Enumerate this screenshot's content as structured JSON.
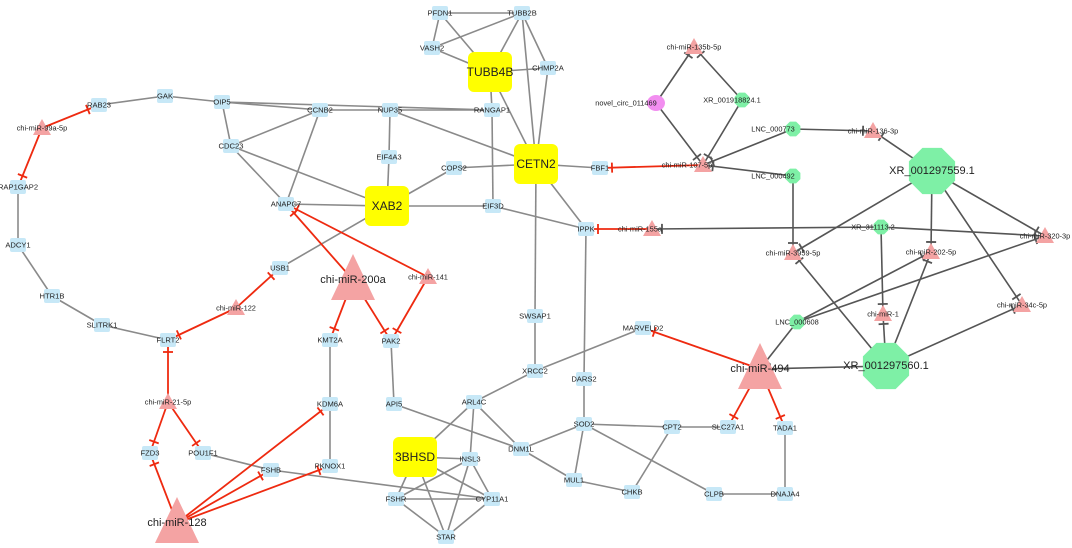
{
  "colors": {
    "gene": "#c7e8f7",
    "hub": "#ffff00",
    "mirna": "#f4a3a3",
    "lnc": "#7ef0a6",
    "circ": "#f28ef0",
    "gene_edge": "#8a8a8a",
    "mirna_edge": "#ee2a10",
    "inhibit_edge": "#555555"
  },
  "nodes": [
    {
      "id": "PFDN1",
      "type": "gene"
    },
    {
      "id": "TUBB2B",
      "type": "gene"
    },
    {
      "id": "VASH2",
      "type": "gene"
    },
    {
      "id": "TUBB4B",
      "type": "hub"
    },
    {
      "id": "CHMP2A",
      "type": "gene"
    },
    {
      "id": "RANGAP1",
      "type": "gene"
    },
    {
      "id": "CETN2",
      "type": "hub"
    },
    {
      "id": "NUP35",
      "type": "gene"
    },
    {
      "id": "CCNB2",
      "type": "gene"
    },
    {
      "id": "OIP5",
      "type": "gene"
    },
    {
      "id": "GAK",
      "type": "gene"
    },
    {
      "id": "RAB23",
      "type": "gene"
    },
    {
      "id": "chi-miR-99a-5p",
      "type": "mirna_s"
    },
    {
      "id": "RAP1GAP2",
      "type": "gene"
    },
    {
      "id": "ADCY1",
      "type": "gene"
    },
    {
      "id": "HTR1B",
      "type": "gene"
    },
    {
      "id": "SLITRK1",
      "type": "gene"
    },
    {
      "id": "FLRT2",
      "type": "gene"
    },
    {
      "id": "chi-miR-122",
      "type": "mirna_s"
    },
    {
      "id": "USB1",
      "type": "gene"
    },
    {
      "id": "CDC23",
      "type": "gene"
    },
    {
      "id": "ANAPC7",
      "type": "gene"
    },
    {
      "id": "EIF4A3",
      "type": "gene"
    },
    {
      "id": "XAB2",
      "type": "hub"
    },
    {
      "id": "COPS2",
      "type": "gene"
    },
    {
      "id": "EIF3D",
      "type": "gene"
    },
    {
      "id": "FBF1",
      "type": "gene"
    },
    {
      "id": "IPPK",
      "type": "gene"
    },
    {
      "id": "chi-miR-200a",
      "type": "mirna_l"
    },
    {
      "id": "chi-miR-141",
      "type": "mirna_s"
    },
    {
      "id": "KMT2A",
      "type": "gene"
    },
    {
      "id": "PAK2",
      "type": "gene"
    },
    {
      "id": "SWSAP1",
      "type": "gene"
    },
    {
      "id": "XRCC2",
      "type": "gene"
    },
    {
      "id": "MARVELD2",
      "type": "gene"
    },
    {
      "id": "DARS2",
      "type": "gene"
    },
    {
      "id": "chi-miR-21-5p",
      "type": "mirna_s"
    },
    {
      "id": "KDM6A",
      "type": "gene"
    },
    {
      "id": "API5",
      "type": "gene"
    },
    {
      "id": "ARL4C",
      "type": "gene"
    },
    {
      "id": "FZD3",
      "type": "gene"
    },
    {
      "id": "POU1F1",
      "type": "gene"
    },
    {
      "id": "FSHB",
      "type": "gene"
    },
    {
      "id": "PKNOX1",
      "type": "gene"
    },
    {
      "id": "3BHSD",
      "type": "hub"
    },
    {
      "id": "INSL3",
      "type": "gene"
    },
    {
      "id": "DNM1L",
      "type": "gene"
    },
    {
      "id": "SOD2",
      "type": "gene"
    },
    {
      "id": "CPT2",
      "type": "gene"
    },
    {
      "id": "SLC27A1",
      "type": "gene"
    },
    {
      "id": "TADA1",
      "type": "gene"
    },
    {
      "id": "chi-miR-128",
      "type": "mirna_l"
    },
    {
      "id": "FSHR",
      "type": "gene"
    },
    {
      "id": "CYP11A1",
      "type": "gene"
    },
    {
      "id": "STAR",
      "type": "gene"
    },
    {
      "id": "MUL1",
      "type": "gene"
    },
    {
      "id": "CHKB",
      "type": "gene"
    },
    {
      "id": "CLPB",
      "type": "gene"
    },
    {
      "id": "DNAJA4",
      "type": "gene"
    },
    {
      "id": "chi-miR-135b-5p",
      "type": "mirna_s"
    },
    {
      "id": "novel_circ_011469",
      "type": "circ"
    },
    {
      "id": "XR_001918824.1",
      "type": "lnc_s"
    },
    {
      "id": "LNC_000773",
      "type": "lnc_s"
    },
    {
      "id": "chi-miR-136-3p",
      "type": "mirna_s"
    },
    {
      "id": "chi-miR-107-5p",
      "type": "mirna_s"
    },
    {
      "id": "LNC_000492",
      "type": "lnc_s"
    },
    {
      "id": "XR_001297559.1",
      "type": "lnc_l"
    },
    {
      "id": "chi-miR-155a",
      "type": "mirna_s"
    },
    {
      "id": "XR_311113.2",
      "type": "lnc_s"
    },
    {
      "id": "chi-miR-320-3p",
      "type": "mirna_s"
    },
    {
      "id": "chi-miR-3959-5p",
      "type": "mirna_s"
    },
    {
      "id": "chi-miR-202-5p",
      "type": "mirna_s"
    },
    {
      "id": "chi-miR-1",
      "type": "mirna_s"
    },
    {
      "id": "chi-miR-34c-5p",
      "type": "mirna_s"
    },
    {
      "id": "LNC_000608",
      "type": "lnc_s"
    },
    {
      "id": "chi-miR-494",
      "type": "mirna_l"
    },
    {
      "id": "XR_001297560.1",
      "type": "lnc_l"
    }
  ],
  "edges": [
    [
      "PFDN1",
      "TUBB2B",
      "gene"
    ],
    [
      "PFDN1",
      "VASH2",
      "gene"
    ],
    [
      "PFDN1",
      "TUBB4B",
      "gene"
    ],
    [
      "VASH2",
      "TUBB2B",
      "gene"
    ],
    [
      "VASH2",
      "TUBB4B",
      "gene"
    ],
    [
      "TUBB2B",
      "TUBB4B",
      "gene"
    ],
    [
      "TUBB2B",
      "CHMP2A",
      "gene"
    ],
    [
      "TUBB2B",
      "CETN2",
      "gene"
    ],
    [
      "TUBB4B",
      "CHMP2A",
      "gene"
    ],
    [
      "TUBB4B",
      "RANGAP1",
      "gene"
    ],
    [
      "TUBB4B",
      "CETN2",
      "gene"
    ],
    [
      "CHMP2A",
      "CETN2",
      "gene"
    ],
    [
      "RANGAP1",
      "NUP35",
      "gene"
    ],
    [
      "RANGAP1",
      "EIF3D",
      "gene"
    ],
    [
      "NUP35",
      "CETN2",
      "gene"
    ],
    [
      "NUP35",
      "EIF4A3",
      "gene"
    ],
    [
      "NUP35",
      "CCNB2",
      "gene"
    ],
    [
      "OIP5",
      "CCNB2",
      "gene"
    ],
    [
      "OIP5",
      "CDC23",
      "gene"
    ],
    [
      "GAK",
      "OIP5",
      "gene"
    ],
    [
      "OIP5",
      "RANGAP1",
      "gene"
    ],
    [
      "RAB23",
      "GAK",
      "gene"
    ],
    [
      "CCNB2",
      "CDC23",
      "gene"
    ],
    [
      "CCNB2",
      "ANAPC7",
      "gene"
    ],
    [
      "CDC23",
      "ANAPC7",
      "gene"
    ],
    [
      "CDC23",
      "XAB2",
      "gene"
    ],
    [
      "ANAPC7",
      "XAB2",
      "gene"
    ],
    [
      "EIF4A3",
      "XAB2",
      "gene"
    ],
    [
      "XAB2",
      "COPS2",
      "gene"
    ],
    [
      "XAB2",
      "EIF3D",
      "gene"
    ],
    [
      "XAB2",
      "USB1",
      "gene"
    ],
    [
      "COPS2",
      "CETN2",
      "gene"
    ],
    [
      "CETN2",
      "FBF1",
      "gene"
    ],
    [
      "CETN2",
      "SWSAP1",
      "gene"
    ],
    [
      "CETN2",
      "IPPK",
      "gene"
    ],
    [
      "EIF3D",
      "IPPK",
      "gene"
    ],
    [
      "SWSAP1",
      "XRCC2",
      "gene"
    ],
    [
      "IPPK",
      "DARS2",
      "gene"
    ],
    [
      "RAP1GAP2",
      "ADCY1",
      "gene"
    ],
    [
      "ADCY1",
      "HTR1B",
      "gene"
    ],
    [
      "HTR1B",
      "SLITRK1",
      "gene"
    ],
    [
      "SLITRK1",
      "FLRT2",
      "gene"
    ],
    [
      "KMT2A",
      "KDM6A",
      "gene"
    ],
    [
      "KDM6A",
      "PKNOX1",
      "gene"
    ],
    [
      "PAK2",
      "API5",
      "gene"
    ],
    [
      "API5",
      "DNM1L",
      "gene"
    ],
    [
      "XRCC2",
      "ARL4C",
      "gene"
    ],
    [
      "XRCC2",
      "MARVELD2",
      "gene"
    ],
    [
      "ARL4C",
      "DNM1L",
      "gene"
    ],
    [
      "ARL4C",
      "3BHSD",
      "gene"
    ],
    [
      "ARL4C",
      "INSL3",
      "gene"
    ],
    [
      "DARS2",
      "SOD2",
      "gene"
    ],
    [
      "SOD2",
      "DNM1L",
      "gene"
    ],
    [
      "SOD2",
      "CPT2",
      "gene"
    ],
    [
      "SOD2",
      "MUL1",
      "gene"
    ],
    [
      "SOD2",
      "CLPB",
      "gene"
    ],
    [
      "CPT2",
      "SLC27A1",
      "gene"
    ],
    [
      "CPT2",
      "CHKB",
      "gene"
    ],
    [
      "DNM1L",
      "MUL1",
      "gene"
    ],
    [
      "MUL1",
      "CHKB",
      "gene"
    ],
    [
      "CLPB",
      "DNAJA4",
      "gene"
    ],
    [
      "TADA1",
      "DNAJA4",
      "gene"
    ],
    [
      "POU1F1",
      "FSHB",
      "gene"
    ],
    [
      "FSHB",
      "CYP11A1",
      "gene"
    ],
    [
      "3BHSD",
      "FSHR",
      "gene"
    ],
    [
      "3BHSD",
      "STAR",
      "gene"
    ],
    [
      "3BHSD",
      "CYP11A1",
      "gene"
    ],
    [
      "3BHSD",
      "INSL3",
      "gene"
    ],
    [
      "INSL3",
      "FSHR",
      "gene"
    ],
    [
      "INSL3",
      "STAR",
      "gene"
    ],
    [
      "INSL3",
      "CYP11A1",
      "gene"
    ],
    [
      "FSHR",
      "STAR",
      "gene"
    ],
    [
      "FSHR",
      "CYP11A1",
      "gene"
    ],
    [
      "STAR",
      "CYP11A1",
      "gene"
    ],
    [
      "chi-miR-99a-5p",
      "RAB23",
      "mirna"
    ],
    [
      "chi-miR-99a-5p",
      "RAP1GAP2",
      "mirna"
    ],
    [
      "chi-miR-122",
      "USB1",
      "mirna"
    ],
    [
      "chi-miR-122",
      "FLRT2",
      "mirna"
    ],
    [
      "chi-miR-200a",
      "ANAPC7",
      "mirna"
    ],
    [
      "chi-miR-200a",
      "KMT2A",
      "mirna"
    ],
    [
      "chi-miR-200a",
      "PAK2",
      "mirna"
    ],
    [
      "chi-miR-141",
      "ANAPC7",
      "mirna"
    ],
    [
      "chi-miR-141",
      "PAK2",
      "mirna"
    ],
    [
      "chi-miR-21-5p",
      "FLRT2",
      "mirna"
    ],
    [
      "chi-miR-21-5p",
      "FZD3",
      "mirna"
    ],
    [
      "chi-miR-21-5p",
      "POU1F1",
      "mirna"
    ],
    [
      "chi-miR-128",
      "FZD3",
      "mirna"
    ],
    [
      "chi-miR-128",
      "KDM6A",
      "mirna"
    ],
    [
      "chi-miR-128",
      "FSHB",
      "mirna"
    ],
    [
      "chi-miR-128",
      "PKNOX1",
      "mirna"
    ],
    [
      "chi-miR-107-5p",
      "FBF1",
      "mirna"
    ],
    [
      "chi-miR-155a",
      "IPPK",
      "mirna"
    ],
    [
      "chi-miR-494",
      "MARVELD2",
      "mirna"
    ],
    [
      "chi-miR-494",
      "SLC27A1",
      "mirna"
    ],
    [
      "chi-miR-494",
      "TADA1",
      "mirna"
    ],
    [
      "novel_circ_011469",
      "chi-miR-135b-5p",
      "inhibit"
    ],
    [
      "XR_001918824.1",
      "chi-miR-135b-5p",
      "inhibit"
    ],
    [
      "novel_circ_011469",
      "chi-miR-107-5p",
      "inhibit"
    ],
    [
      "XR_001918824.1",
      "chi-miR-107-5p",
      "inhibit"
    ],
    [
      "LNC_000773",
      "chi-miR-107-5p",
      "inhibit"
    ],
    [
      "LNC_000492",
      "chi-miR-107-5p",
      "inhibit"
    ],
    [
      "LNC_000773",
      "chi-miR-136-3p",
      "inhibit"
    ],
    [
      "XR_001297559.1",
      "chi-miR-136-3p",
      "inhibit"
    ],
    [
      "LNC_000492",
      "chi-miR-3959-5p",
      "inhibit"
    ],
    [
      "XR_001297559.1",
      "chi-miR-3959-5p",
      "inhibit"
    ],
    [
      "XR_001297559.1",
      "chi-miR-202-5p",
      "inhibit"
    ],
    [
      "XR_001297559.1",
      "chi-miR-320-3p",
      "inhibit"
    ],
    [
      "XR_001297559.1",
      "chi-miR-34c-5p",
      "inhibit"
    ],
    [
      "XR_311113.2",
      "chi-miR-320-3p",
      "inhibit"
    ],
    [
      "XR_311113.2",
      "chi-miR-1",
      "inhibit"
    ],
    [
      "XR_311113.2",
      "chi-miR-155a",
      "inhibit"
    ],
    [
      "LNC_000608",
      "chi-miR-202-5p",
      "inhibit"
    ],
    [
      "LNC_000608",
      "chi-miR-320-3p",
      "inhibit"
    ],
    [
      "XR_001297560.1",
      "chi-miR-1",
      "inhibit"
    ],
    [
      "XR_001297560.1",
      "chi-miR-202-5p",
      "inhibit"
    ],
    [
      "XR_001297560.1",
      "chi-miR-3959-5p",
      "inhibit"
    ],
    [
      "XR_001297560.1",
      "chi-miR-34c-5p",
      "inhibit"
    ],
    [
      "XR_001297560.1",
      "chi-miR-494",
      "inhibit"
    ],
    [
      "LNC_000608",
      "chi-miR-494",
      "inhibit"
    ]
  ]
}
